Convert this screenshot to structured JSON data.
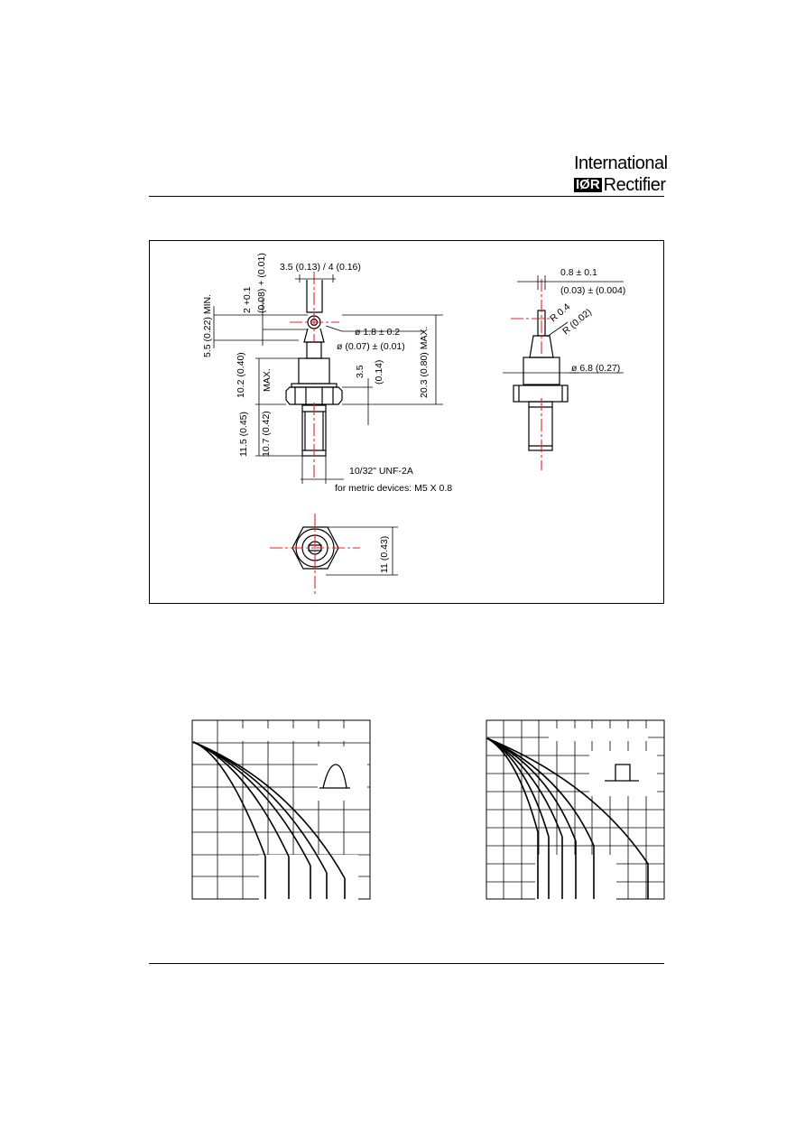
{
  "header": {
    "brand_line1": "International",
    "brand_mark": "IØR",
    "brand_line2": "Rectifier"
  },
  "drawing": {
    "dim_stud_width": "3.5 (0.13) / 4 (0.16)",
    "dim_hole_tol": "2 +0.1",
    "dim_hole_tol_in": "(0.08) + (0.01)",
    "dim_min_length": "5.5 (0.22) MIN.",
    "dim_hole_dia": "ø 1.8 ± 0.2",
    "dim_hole_dia_in": "ø (0.07) ± (0.01)",
    "dim_body_height": "10.2 (0.40)",
    "dim_body_max": "MAX.",
    "dim_flange": "3.5",
    "dim_flange_in": "(0.14)",
    "dim_total_max": "20.3 (0.80) MAX.",
    "dim_thread_len1": "11.5 (0.45)",
    "dim_thread_len2": "10.7 (0.42)",
    "thread_spec": "10/32\" UNF-2A",
    "metric_note": "for metric devices: M5 X 0.8",
    "dim_lead": "0.8 ± 0.1",
    "dim_lead_in": "(0.03) ± (0.004)",
    "dim_radius": "R 0.4",
    "dim_radius_in": "R (0.02)",
    "dim_body_dia": "ø 6.8 (0.27)",
    "dim_hex": "11 (0.43)"
  },
  "colors": {
    "centerline": "#e8202a",
    "ink": "#000000"
  }
}
